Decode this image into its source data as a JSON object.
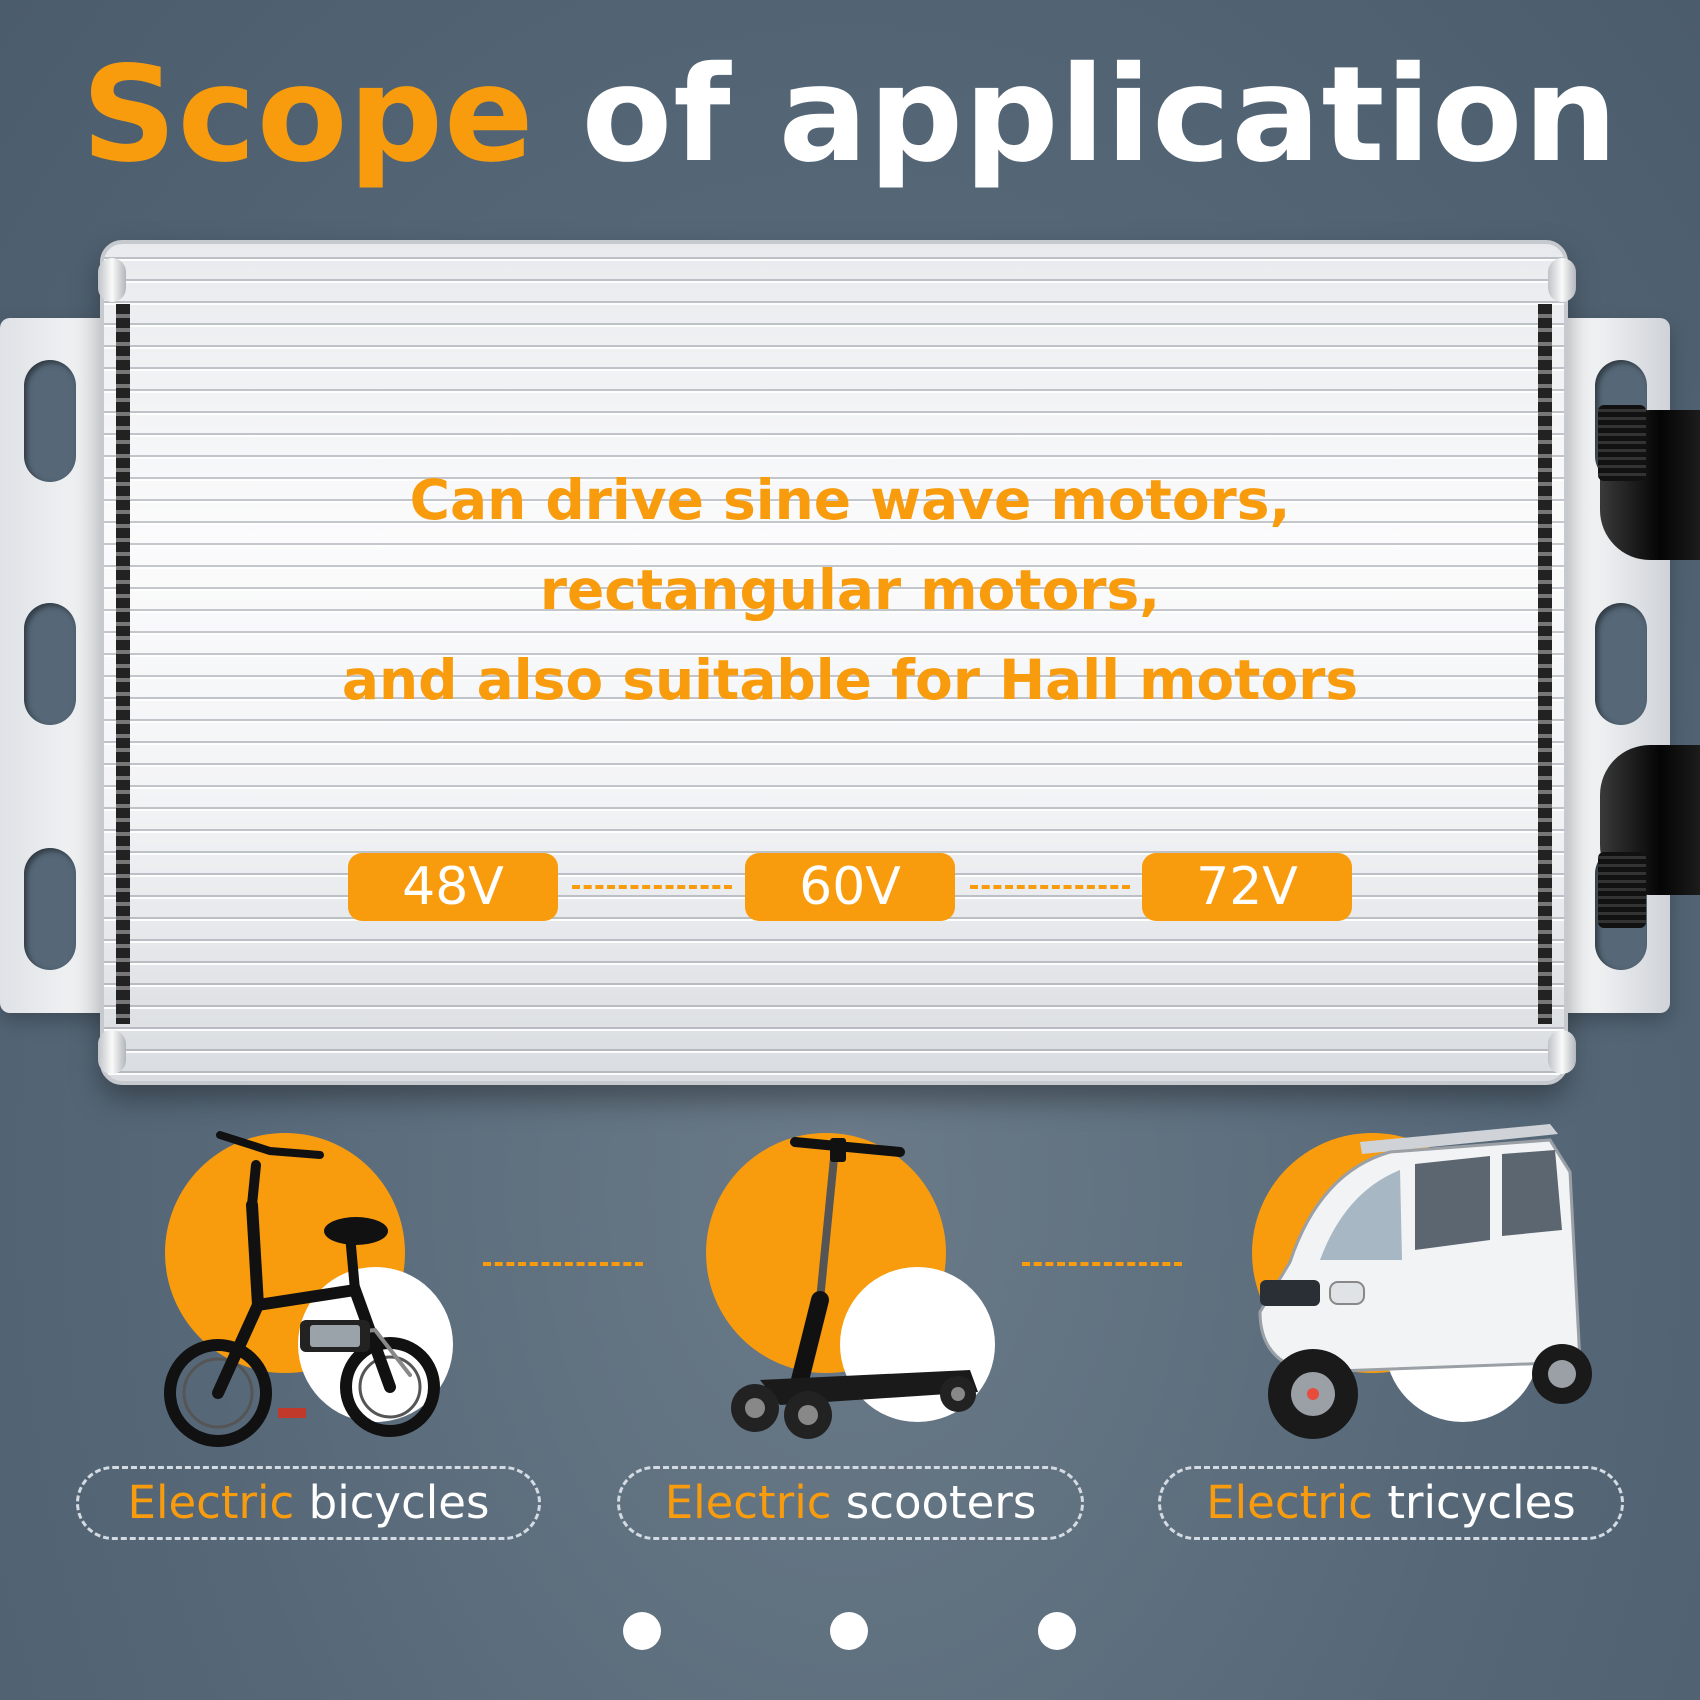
{
  "title": {
    "accent": "Scope",
    "rest": "of application"
  },
  "description": {
    "line1": "Can drive sine wave motors,",
    "line2": "rectangular motors,",
    "line3": "and also suitable for Hall motors"
  },
  "voltages": [
    "48V",
    "60V",
    "72V"
  ],
  "applications": [
    {
      "accent": "Electric",
      "rest": "bicycles",
      "icon": "bicycle-icon"
    },
    {
      "accent": "Electric",
      "rest": "scooters",
      "icon": "scooter-icon"
    },
    {
      "accent": "Electric",
      "rest": "tricycles",
      "icon": "tricycle-icon"
    }
  ],
  "colors": {
    "accent": "#f89c0e",
    "background": "#566878",
    "text": "#ffffff"
  }
}
